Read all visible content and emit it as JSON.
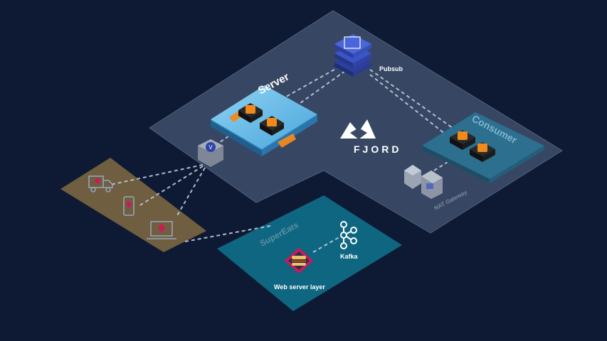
{
  "labels": {
    "pubsub": "Pubsub",
    "server": "Server",
    "brand": "FJORD",
    "consumer": "Consumer",
    "nat_gateway": "NAT Gateway",
    "supereats": "SuperEats",
    "kafka": "Kafka",
    "web_server_layer": "Web server layer"
  },
  "colors": {
    "background": "#0e1a33",
    "main_platform": "#3a4a66",
    "server_tile": "#5ab4e6",
    "consumer_tile": "#2c6f8f",
    "client_panel": "#7a6640",
    "supereats_panel": "#0f6a85",
    "pubsub_blue": "#3b55c8",
    "orange_chip": "#f08a1c"
  },
  "icons": [
    "pubsub-stack-icon",
    "chip-icon",
    "gateway-hex-icon",
    "fjord-logo",
    "nat-gateway-icon",
    "truck-icon",
    "phone-icon",
    "laptop-icon",
    "kafka-icon",
    "web-server-icon"
  ]
}
